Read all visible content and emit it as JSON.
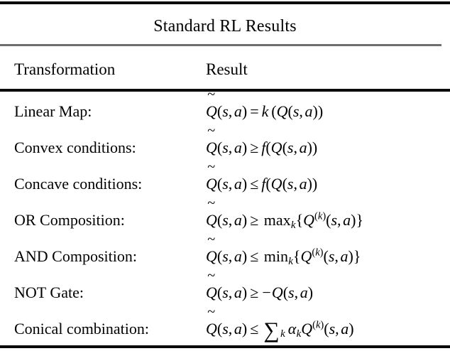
{
  "figure": {
    "kind": "academic-table",
    "title": "Standard RL Results",
    "background_color": "#ffffff",
    "text_color": "#000000",
    "rule_colors": {
      "top": "#050505",
      "under_title": "#6e6e6e",
      "under_header": "#0a0a0a",
      "bottom": "#070707"
    }
  },
  "table": {
    "columns": [
      {
        "key": "transformation",
        "label": "Transformation"
      },
      {
        "key": "result",
        "label": "Result"
      }
    ],
    "rows": [
      {
        "transformation": "Linear Map:",
        "result_text": "Q̃(s, a) = k (Q(s, a))",
        "relation": "=",
        "rhs_plain": "k (Q(s, a))"
      },
      {
        "transformation": "Convex conditions:",
        "result_text": "Q̃(s, a) ≥ f(Q(s, a))",
        "relation": "≥",
        "rhs_plain": "f(Q(s, a))"
      },
      {
        "transformation": "Concave conditions:",
        "result_text": "Q̃(s, a) ≤ f(Q(s, a))",
        "relation": "≤",
        "rhs_plain": "f(Q(s, a))"
      },
      {
        "transformation": "OR Composition:",
        "result_text": "Q̃(s, a) ≥ max_k{Q^(k)(s, a)}",
        "relation": "≥",
        "rhs_plain": "max_k{Q^(k)(s, a)}"
      },
      {
        "transformation": "AND Composition:",
        "result_text": "Q̃(s, a) ≤ min_k{Q^(k)(s, a)}",
        "relation": "≤",
        "rhs_plain": "min_k{Q^(k)(s, a)}"
      },
      {
        "transformation": "NOT Gate:",
        "result_text": "Q̃(s, a) ≥ −Q(s, a)",
        "relation": "≥",
        "rhs_plain": "−Q(s, a)"
      },
      {
        "transformation": "Conical combination:",
        "result_text": "Q̃(s, a) ≤ ∑_k α_k Q^(k)(s, a)",
        "relation": "≤",
        "rhs_plain": "∑_k α_k Q^(k)(s, a)"
      }
    ]
  },
  "math_glyphs": {
    "q": "Q",
    "tilde": "̃",
    "open_paren": "(",
    "close_paren": ")",
    "open_brace": "{",
    "close_brace": "}",
    "comma": ",",
    "state": "s",
    "action": "a",
    "index_k": "k",
    "scalar_k": "k",
    "function_f": "f",
    "alpha": "α",
    "eq": "=",
    "geq": "≥",
    "leq": "≤",
    "minus": "−",
    "sum": "∑",
    "max": "max",
    "min": "min",
    "superscript_k": "(k)"
  }
}
